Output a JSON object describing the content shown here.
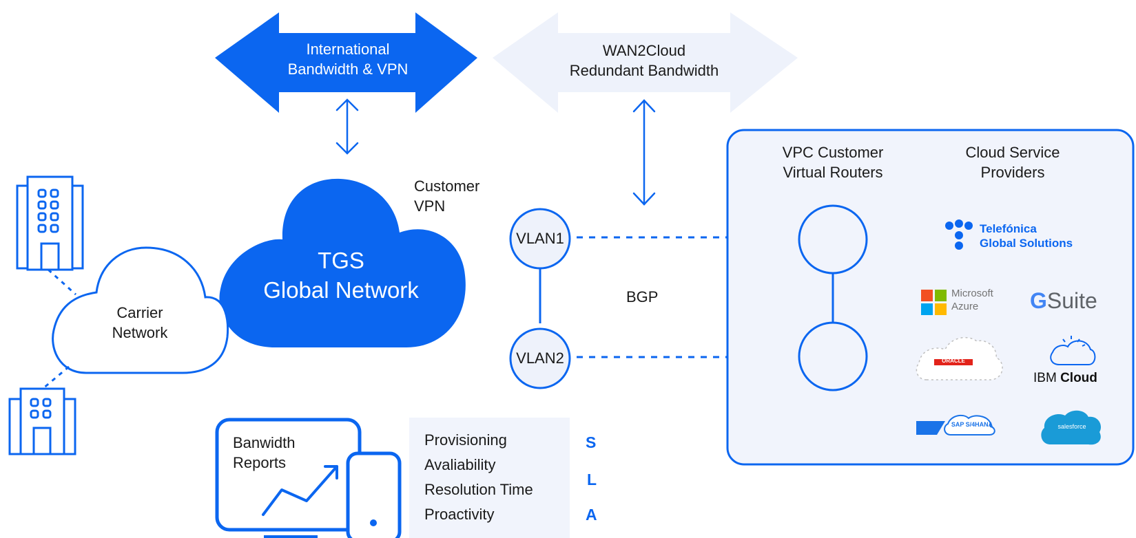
{
  "colors": {
    "primary": "#0b66f0",
    "light_panel": "#f1f4fc",
    "arrow_light": "#eef2fb",
    "text": "#1a1a1a",
    "white": "#ffffff"
  },
  "arrows": {
    "international": "International\nBandwidth & VPN",
    "wan2cloud": "WAN2Cloud\nRedundant Bandwidth"
  },
  "tgs_cloud": "TGS\nGlobal Network",
  "carrier_cloud": "Carrier\nNetwork",
  "customer_vpn": "Customer\nVPN",
  "vlan1": "VLAN1",
  "vlan2": "VLAN2",
  "bgp": "BGP",
  "panel": {
    "vpc_title": "VPC Customer\nVirtual Routers",
    "csp_title": "Cloud Service\nProviders"
  },
  "logos": {
    "telefonica_line1": "Telefónica",
    "telefonica_line2": "Global Solutions",
    "azure_line1": "Microsoft",
    "azure_line2": "Azure",
    "gsuite": "Suite",
    "gsuite_g": "G",
    "ibm": "IBM",
    "ibm_cloud": "Cloud",
    "sap": "SAP S/4HANA",
    "salesforce": "salesforce",
    "oracle": "ORACLE"
  },
  "reports": "Banwidth\nReports",
  "sla_items": [
    "Provisioning",
    "Avaliability",
    "Resolution Time",
    "Proactivity"
  ],
  "sla_letters": [
    "S",
    "L",
    "A"
  ],
  "icons": [
    "building-icon",
    "cloud-icon",
    "monitor-icon",
    "phone-icon",
    "trend-chart-icon",
    "double-arrow-icon"
  ]
}
